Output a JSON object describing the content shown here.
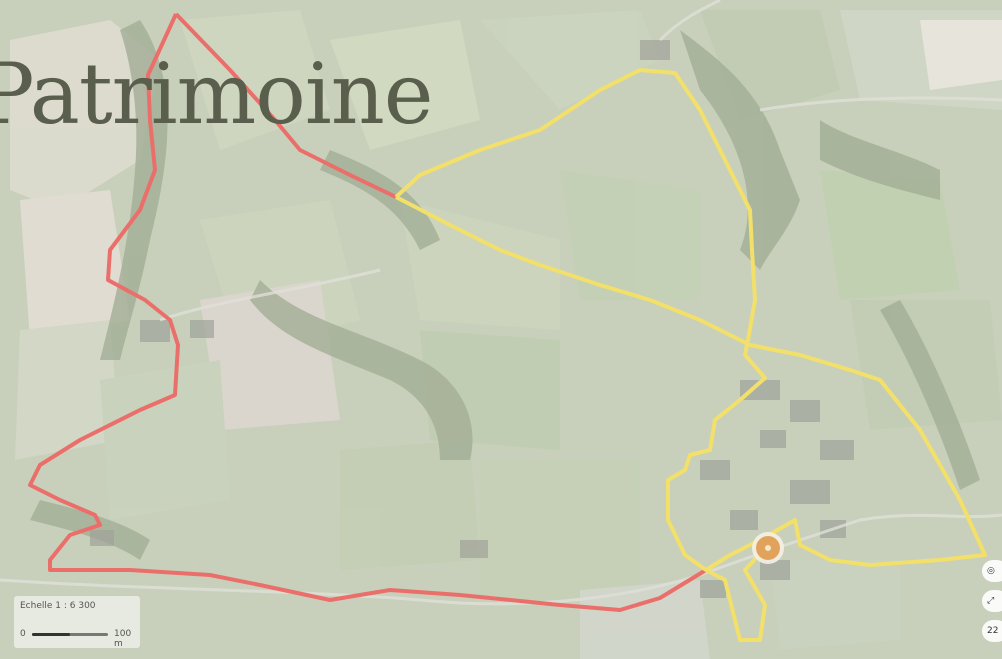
{
  "title": "Patrimoine",
  "scale": {
    "label": "Echelle 1 : 6 300",
    "min": "0",
    "max": "100 m"
  },
  "controls": {
    "layers": "◎",
    "fullscreen": "⤢",
    "zoom": "22"
  },
  "colors": {
    "red_route": "#ea6f6a",
    "yellow_route": "#f2e06a",
    "marker": "#e1a35c"
  }
}
